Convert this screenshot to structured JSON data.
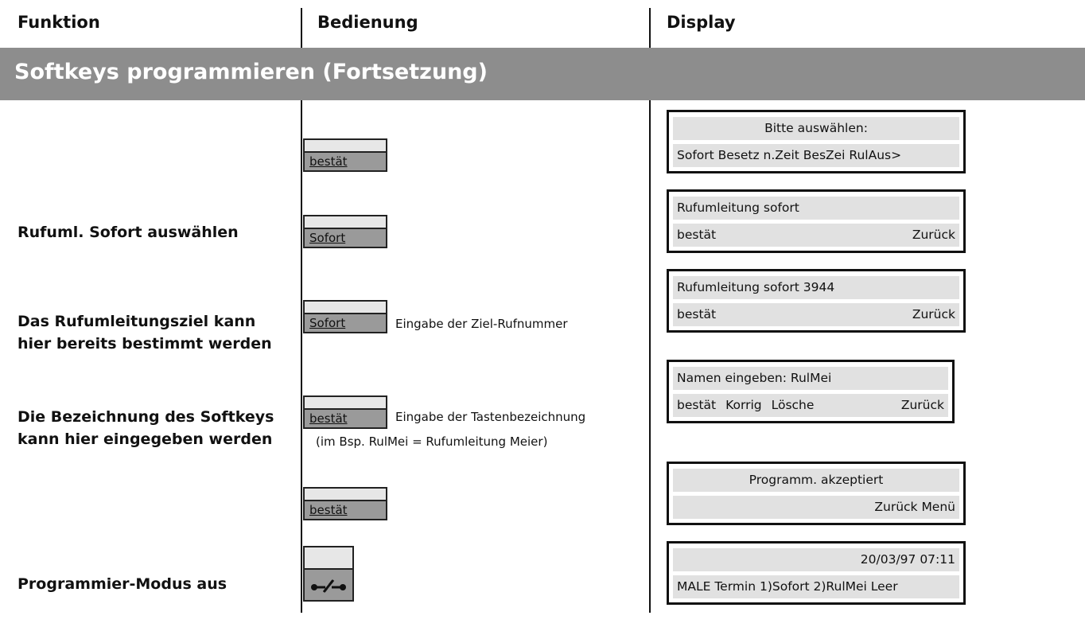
{
  "header": {
    "col1": "Funktion",
    "col2": "Bedienung",
    "col3": "Display"
  },
  "banner": {
    "title": "Softkeys programmieren (Fortsetzung)"
  },
  "functions": [
    "Rufuml. Sofort auswählen",
    "Das Rufumleitungsziel kann",
    "hier bereits bestimmt werden",
    "Die Bezeichnung des Softkeys",
    "kann hier eingegeben werden",
    "Programmier-Modus aus"
  ],
  "keys": [
    {
      "label": "bestät"
    },
    {
      "label": "Sofort"
    },
    {
      "label": "Sofort",
      "note": "Eingabe der Ziel-Rufnummer"
    },
    {
      "label": "bestät",
      "note": "Eingabe der Tastenbezeichnung",
      "note2": "(im Bsp. RulMei = Rufumleitung Meier)"
    },
    {
      "label": "bestät"
    }
  ],
  "hook_key": {
    "icon": "hook-switch-icon"
  },
  "displays": [
    {
      "line1": "Bitte auswählen:",
      "line2": "Sofort Besetz n.Zeit  BesZei RulAus>"
    },
    {
      "line1": "Rufumleitung sofort",
      "line2_left": "bestät",
      "line2_right": "Zurück"
    },
    {
      "line1": "Rufumleitung sofort 3944",
      "line2_left": "bestät",
      "line2_right": "Zurück"
    },
    {
      "line1": "Namen eingeben:  RulMei",
      "line2_items": [
        "bestät",
        "Korrig",
        "Lösche",
        "Zurück"
      ]
    },
    {
      "line1": "Programm. akzeptiert",
      "line2": "Zurück   Menü"
    },
    {
      "line1": "20/03/97  07:11",
      "line2": "MALE Termin 1)Sofort 2)RulMei Leer"
    }
  ]
}
